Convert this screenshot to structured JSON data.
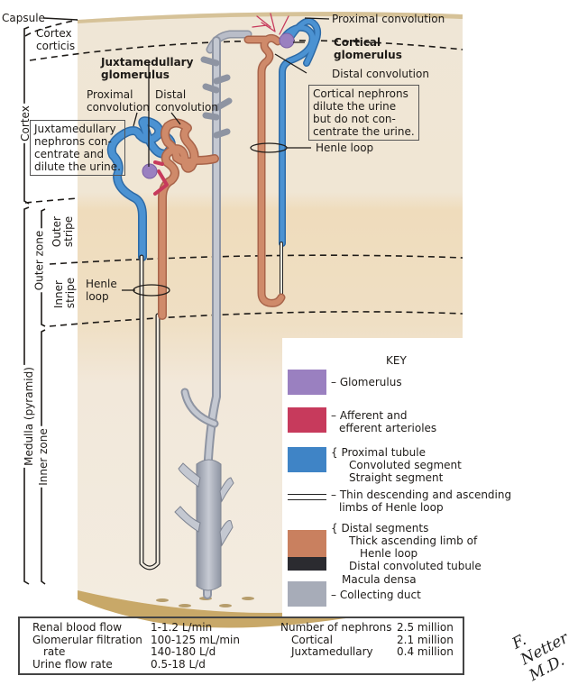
{
  "figure": {
    "title": "Nephron anatomy: cortical and juxtamedullary nephrons",
    "zones": {
      "capsule": "Capsule",
      "cortex_corticis": [
        "Cortex",
        "corticis"
      ],
      "cortex": "Cortex",
      "outer_zone": "Outer zone",
      "outer_stripe": [
        "Outer",
        "stripe"
      ],
      "inner_stripe": [
        "Inner",
        "stripe"
      ],
      "medulla": "Medulla (pyramid)",
      "inner_zone": "Inner zone"
    },
    "labels": {
      "juxtamedullary_glomerulus": [
        "Juxtamedullary",
        "glomerulus"
      ],
      "jm_proximal_convolution": [
        "Proximal",
        "convolution"
      ],
      "jm_distal_convolution": [
        "Distal",
        "convolution"
      ],
      "jm_henle_loop": [
        "Henle",
        "loop"
      ],
      "cortical_proximal_convolution": "Proximal convolution",
      "cortical_glomerulus": [
        "Cortical",
        "glomerulus"
      ],
      "cortical_distal_convolution": "Distal convolution",
      "cortical_henle_loop": "Henle loop"
    },
    "notes": {
      "juxtamedullary": [
        "Juxtamedullary",
        "nephrons con-",
        "centrate and",
        "dilute the urine."
      ],
      "cortical": [
        "Cortical nephrons",
        "dilute the urine",
        "but do not con-",
        "centrate the urine."
      ]
    },
    "colors": {
      "tissue_cortex": "#efe6d6",
      "tissue_outer": "#efdcbc",
      "tissue_inner": "#f1e8da",
      "papilla": "#c8a868",
      "glomerulus": "#9a80c0",
      "arterioles": "#c73a5c",
      "proximal_tubule": "#3f84c6",
      "distal_segment": "#c9805f",
      "macula_densa": "#2b2b30",
      "collecting_duct": "#a7acb8"
    }
  },
  "key": {
    "title": "KEY",
    "items": [
      {
        "name": "glomerulus",
        "lines": [
          "Glomerulus"
        ]
      },
      {
        "name": "arterioles",
        "lines": [
          "Afferent and",
          "efferent arterioles"
        ]
      },
      {
        "name": "proximal-tubule",
        "lines": [
          "Proximal tubule",
          "Convoluted segment",
          "Straight segment"
        ]
      },
      {
        "name": "thin-limbs",
        "lines": [
          "Thin descending and ascending",
          "limbs of Henle loop"
        ]
      },
      {
        "name": "distal-segments",
        "lines": [
          "Distal segments",
          "Thick ascending limb of",
          "Henle loop",
          "Distal convoluted tubule"
        ]
      },
      {
        "name": "macula-densa",
        "lines": [
          "Macula densa"
        ]
      },
      {
        "name": "collecting-duct",
        "lines": [
          "Collecting duct"
        ]
      }
    ]
  },
  "stats": {
    "left_labels": [
      "Renal blood flow",
      "Glomerular filtration",
      "rate",
      "Urine flow rate"
    ],
    "left_values": [
      "1-1.2 L/min",
      "100-125 mL/min",
      "140-180 L/d",
      "0.5-18 L/d"
    ],
    "right_labels": [
      "Number of nephrons",
      "Cortical",
      "Juxtamedullary"
    ],
    "right_values": [
      "2.5 million",
      "2.1 million",
      "0.4 million"
    ]
  },
  "signature": "F. Netter M.D."
}
